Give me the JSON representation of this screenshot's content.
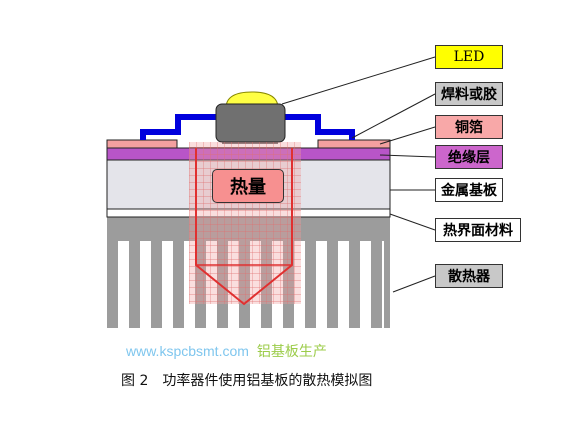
{
  "labels": {
    "led": "LED",
    "solder": "焊料或胶",
    "copper": "铜箔",
    "insulation": "绝缘层",
    "metal_base": "金属基板",
    "tim": "热界面材料",
    "heatsink": "散热器"
  },
  "heat": "热量",
  "watermark": {
    "url": "www.kspcbsmt.com",
    "text": "铝基板生产"
  },
  "caption": {
    "number": "图 2",
    "text": "功率器件使用铝基板的散热模拟图"
  },
  "colors": {
    "led_label": "#ffff00",
    "solder_label": "#c8c8c8",
    "copper_label": "#f8a8a8",
    "insulation_label": "#cc66cc",
    "metal_base_label": "#ffffff",
    "tim_label": "#ffffff",
    "heatsink_label": "#c8c8c8",
    "led_dome": "#ffff44",
    "package": "#707070",
    "lead_frame": "#0000dd",
    "copper_pad": "#f4a0a0",
    "insulation": "#b855c8",
    "metal_base": "#e4e4ea",
    "heatsink": "#9c9c9c",
    "heat_zone": "#f0a0a0",
    "heat_arrow": "#e03030"
  }
}
